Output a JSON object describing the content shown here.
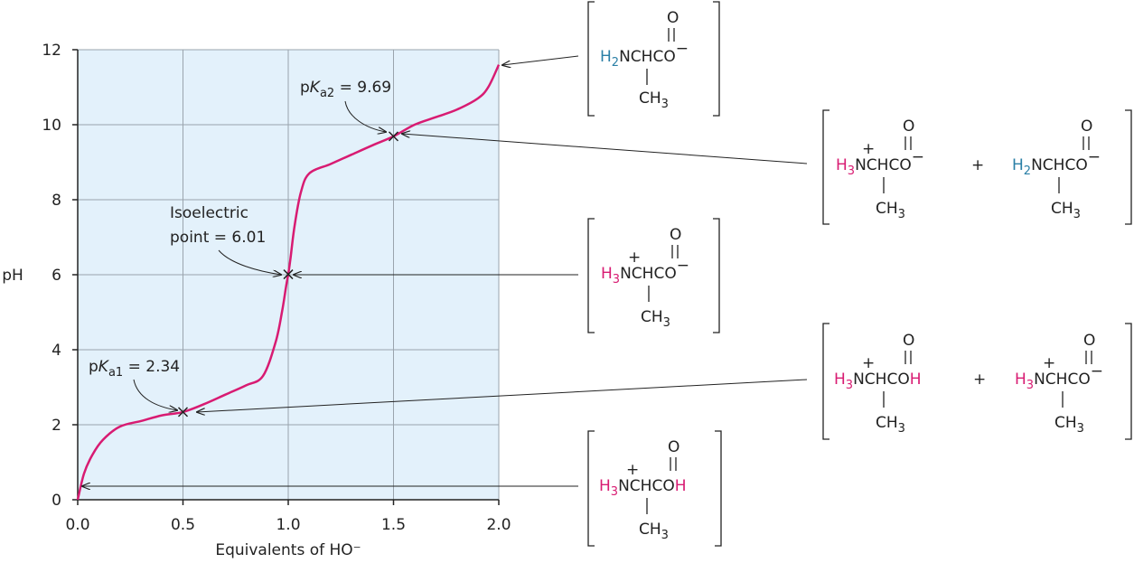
{
  "chart_data": {
    "type": "line",
    "title": "",
    "xlabel": "Equivalents of HO⁻",
    "ylabel": "pH",
    "xlim": [
      0,
      2
    ],
    "ylim": [
      0,
      12
    ],
    "x_ticks": [
      "0.0",
      "0.5",
      "1.0",
      "1.5",
      "2.0"
    ],
    "y_ticks": [
      "0",
      "2",
      "4",
      "6",
      "8",
      "10",
      "12"
    ],
    "grid": true,
    "series": [
      {
        "color": "#d81b72",
        "x": [
          0.0,
          0.03,
          0.07,
          0.12,
          0.2,
          0.3,
          0.4,
          0.5,
          0.6,
          0.7,
          0.8,
          0.88,
          0.94,
          0.97,
          0.99,
          1.0,
          1.01,
          1.03,
          1.06,
          1.1,
          1.2,
          1.3,
          1.4,
          1.5,
          1.6,
          1.7,
          1.8,
          1.9,
          1.95,
          2.0
        ],
        "y": [
          0.0,
          0.7,
          1.2,
          1.6,
          1.95,
          2.1,
          2.25,
          2.34,
          2.55,
          2.8,
          3.05,
          3.3,
          4.2,
          5.0,
          5.7,
          6.01,
          6.4,
          7.3,
          8.2,
          8.7,
          8.95,
          9.2,
          9.45,
          9.69,
          10.0,
          10.2,
          10.4,
          10.7,
          11.0,
          11.6
        ]
      }
    ],
    "points": [
      {
        "x": 0.5,
        "y": 2.34
      },
      {
        "x": 1.0,
        "y": 6.01
      },
      {
        "x": 1.5,
        "y": 9.69
      },
      {
        "x": 0.0,
        "y": 0.0
      },
      {
        "x": 2.0,
        "y": 11.6
      }
    ],
    "annotations": {
      "pka1": {
        "prefix": "p",
        "k": "K",
        "sub": "a1",
        "rest": " = 2.34"
      },
      "pka2": {
        "prefix": "p",
        "k": "K",
        "sub": "a2",
        "rest": " = 9.69"
      },
      "iso_line1": "Isoelectric",
      "iso_line2": "point = 6.01"
    }
  },
  "structures": {
    "oxygen": "O",
    "plus": "+",
    "minus": "−",
    "chain_a": "NCHCO",
    "chain_b": "NCHCO",
    "h": "H",
    "h2": "H2",
    "h3": "H3",
    "methyl": "CH3",
    "mix_plus": "+"
  },
  "colors": {
    "curve": "#d81b72",
    "plot_background": "#e3f1fb",
    "magenta_text": "#d81b72",
    "teal_text": "#2a7fa6"
  }
}
